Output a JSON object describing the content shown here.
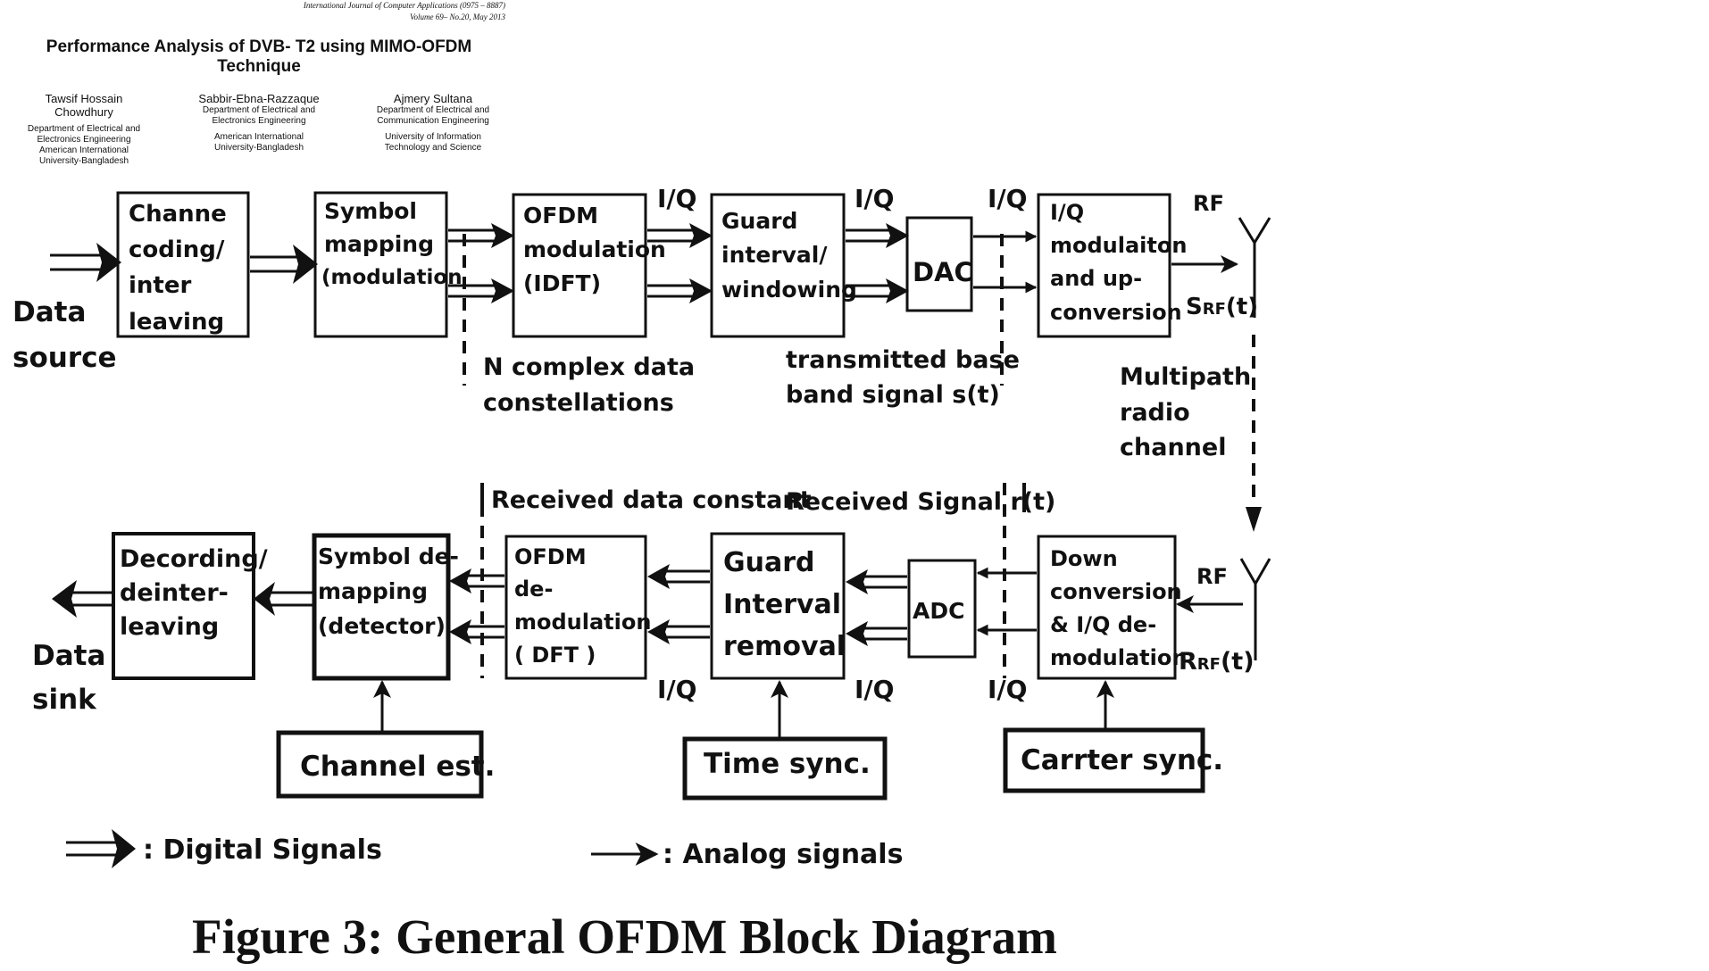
{
  "header": {
    "journal": "International Journal of Computer Applications (0975 – 8887)",
    "volume": "Volume 69– No.20, May 2013",
    "title_line1": "Performance Analysis of DVB- T2 using MIMO-OFDM",
    "title_line2": "Technique"
  },
  "authors": [
    {
      "name_line1": "Tawsif Hossain",
      "name_line2": "Chowdhury",
      "affil_line1": "Department of Electrical and",
      "affil_line2": "Electronics Engineering",
      "affil_line3": "American International",
      "affil_line4": "University-Bangladesh"
    },
    {
      "name_line1": "Sabbir-Ebna-Razzaque",
      "affil_line1": "Department of Electrical and",
      "affil_line2": "Electronics Engineering",
      "affil_line3": "American International",
      "affil_line4": "University-Bangladesh"
    },
    {
      "name_line1": "Ajmery Sultana",
      "affil_line1": "Department of Electrical and",
      "affil_line2": "Communication Engineering",
      "affil_line3": "University of Information",
      "affil_line4": "Technology and Science"
    }
  ],
  "diagram": {
    "tx": {
      "data_source_1": "Data",
      "data_source_2": "source",
      "channel_coding": [
        "Channe",
        "coding/",
        "inter",
        "leaving"
      ],
      "symbol_mapping": [
        "Symbol",
        "mapping",
        "(modulation"
      ],
      "ofdm_mod": [
        "OFDM",
        "modulation",
        "(IDFT)"
      ],
      "guard_interval": [
        "Guard",
        "interval/",
        "windowing"
      ],
      "dac": "DAC",
      "iq_mod": [
        "I/Q",
        "modulaiton",
        "and up-",
        "conversion"
      ],
      "iq_label": "I/Q",
      "rf": "RF",
      "srf_main": "S",
      "srf_sub": "RF",
      "srf_tail": "(t)",
      "n_complex_1": "N complex data",
      "n_complex_2": "constellations",
      "tx_base_1": "transmitted base",
      "tx_base_2": "band signal s(t)"
    },
    "channel": [
      "Multipath",
      "radio",
      "channel"
    ],
    "rx": {
      "data_sink_1": "Data",
      "data_sink_2": "sink",
      "decoding": [
        "Decording/",
        "deinter-",
        "leaving"
      ],
      "symbol_demap": [
        "Symbol de-",
        "mapping",
        "(detector)"
      ],
      "ofdm_demod": [
        "OFDM",
        "de-",
        "modulation",
        "( DFT )"
      ],
      "guard_removal": [
        "Guard",
        "Interval",
        "removal"
      ],
      "adc": "ADC",
      "down_conv": [
        "Down",
        "conversion",
        "& I/Q de-",
        "modulation"
      ],
      "iq_label": "I/Q",
      "rf": "RF",
      "rrf_main": "R",
      "rrf_sub": "RF",
      "rrf_tail": "(t)",
      "received_data": "Received data constant",
      "received_signal": "Received Signal r(t)",
      "channel_est": "Channel est.",
      "time_sync": "Time sync.",
      "carrier_sync": "Carrter sync."
    },
    "legend": {
      "digital": ":  Digital Signals",
      "analog": ":  Analog signals"
    }
  },
  "caption": "Figure 3: General OFDM Block Diagram"
}
